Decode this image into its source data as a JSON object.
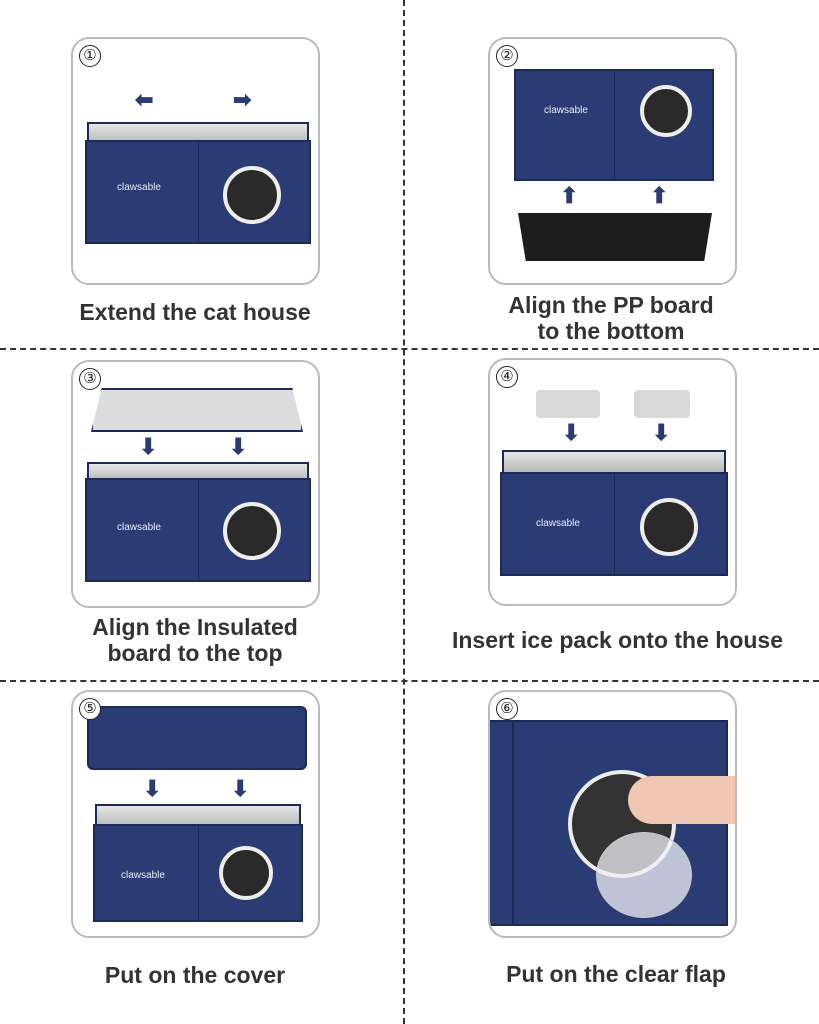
{
  "steps": [
    {
      "number": "①",
      "caption": [
        "Extend the cat house"
      ]
    },
    {
      "number": "②",
      "caption": [
        "Align the PP board",
        "to the bottom"
      ]
    },
    {
      "number": "③",
      "caption": [
        "Align the Insulated",
        "board to the top"
      ]
    },
    {
      "number": "④",
      "caption": [
        "Insert ice pack onto the house"
      ]
    },
    {
      "number": "⑤",
      "caption": [
        "Put on the cover"
      ]
    },
    {
      "number": "⑥",
      "caption": [
        "Put on the clear flap"
      ]
    }
  ],
  "brand": "clawsable",
  "colors": {
    "navy": "#2b3c74",
    "foil": "#d0d0d0"
  }
}
